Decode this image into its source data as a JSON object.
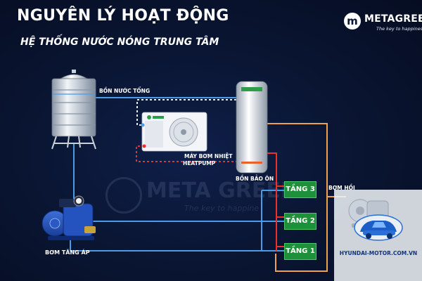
{
  "header": {
    "title": "NGUYÊN LÝ HOẠT ĐỘNG",
    "subtitle": "HỆ THỐNG NƯỚC NÓNG TRUNG TÂM"
  },
  "brand": {
    "mark": "m",
    "name": "METAGREEN",
    "slogan": "The key to happiness"
  },
  "components": {
    "water_tank": "BỒN NƯỚC TỔNG",
    "heat_pump_line1": "MÁY BƠM NHIỆT",
    "heat_pump_line2": "HEATPUMP",
    "storage_tank": "BỒN BẢO ÔN",
    "return_pump": "BƠM HỒI",
    "booster_pump": "BƠM TĂNG ÁP"
  },
  "floors": {
    "floor3": "TẦNG 3",
    "floor2": "TẦNG 2",
    "floor1": "TẦNG 1"
  },
  "watermark": {
    "name": "META GREEN",
    "slogan": "The key to happine"
  },
  "overlay": {
    "site": "HYUNDAI-MOTOR.COM.VN"
  },
  "colors": {
    "cold_pipe": "#4a9be8",
    "hot_pipe": "#e8332c",
    "return_pipe": "#f0a24a",
    "floor_box": "#1e8f3b",
    "background": "#0a1634"
  }
}
